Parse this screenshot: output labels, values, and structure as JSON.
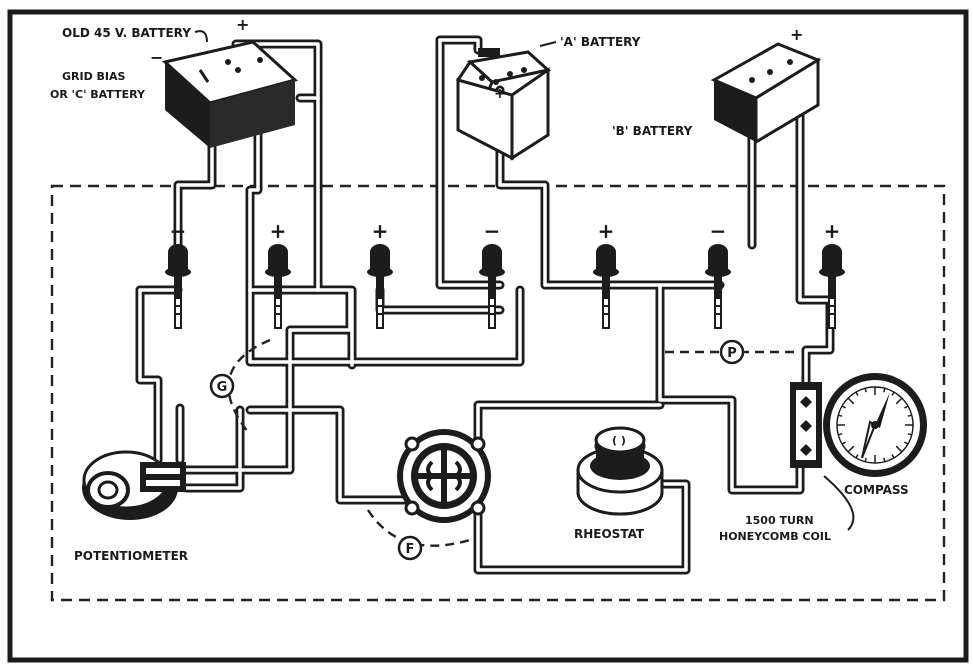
{
  "labels": {
    "old_battery": "OLD 45 V. BATTERY",
    "grid_bias_1": "GRID BIAS",
    "grid_bias_2": "OR 'C' BATTERY",
    "a_battery": "'A' BATTERY",
    "b_battery": "'B' BATTERY",
    "potentiometer": "POTENTIOMETER",
    "rheostat": "RHEOSTAT",
    "coil_1": "1500 TURN",
    "coil_2": "HONEYCOMB COIL",
    "compass": "COMPASS"
  },
  "callouts": {
    "g": "G",
    "f": "F",
    "p": "P"
  },
  "terminals": [
    "−",
    "+",
    "+",
    "−",
    "+",
    "−",
    "+"
  ],
  "polarity": {
    "plus": "+",
    "minus": "−"
  },
  "colors": {
    "ink": "#1c1c1c",
    "paper": "#ffffff",
    "frame": "#222222"
  }
}
